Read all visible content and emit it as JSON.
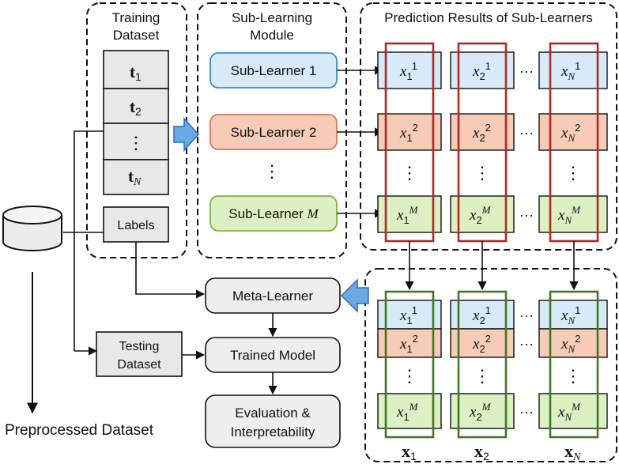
{
  "training_panel": {
    "title_line1": "Training",
    "title_line2": "Dataset",
    "labels_box": "Labels"
  },
  "sub_learning_panel": {
    "title_line1": "Sub-Learning",
    "title_line2": "Module",
    "dots": "⋮"
  },
  "sub_learners": [
    {
      "text": "Sub-Learner ",
      "index": "1",
      "index_italic": false
    },
    {
      "text": "Sub-Learner ",
      "index": "2",
      "index_italic": false
    },
    {
      "text": "Sub-Learner ",
      "index": "M",
      "index_italic": true
    }
  ],
  "prediction_panel": {
    "title": "Prediction Results of Sub-Learners"
  },
  "nodes": {
    "meta_learner": "Meta-Learner",
    "testing_line1": "Testing",
    "testing_line2": "Dataset",
    "trained_model": "Trained Model",
    "eval_line1": "Evaluation &",
    "eval_line2": "Interpretability"
  },
  "preprocessed_label": "Preprocessed Dataset",
  "symbols": {
    "x": "x",
    "cols": [
      "1",
      "2",
      "N"
    ],
    "rows": [
      "1",
      "2",
      "M"
    ],
    "hdots": "···",
    "vdots": "⋮",
    "t": "t",
    "x_bold": "x"
  },
  "colors": {
    "blue_fill": "#d6ebf7",
    "blue_stroke": "#3a8fc7",
    "salmon_fill": "#f6cbb8",
    "salmon_stroke": "#d97a57",
    "green_fill": "#dcf0c3",
    "green_stroke": "#7db342",
    "gray_fill": "#e8e8e8",
    "node_fill": "#eeeeee",
    "red_frame": "#b02a20",
    "green_frame": "#3f7a22",
    "arrow_blue": "#6aa8e6",
    "arrow_blue_stroke": "#2f6db5"
  }
}
